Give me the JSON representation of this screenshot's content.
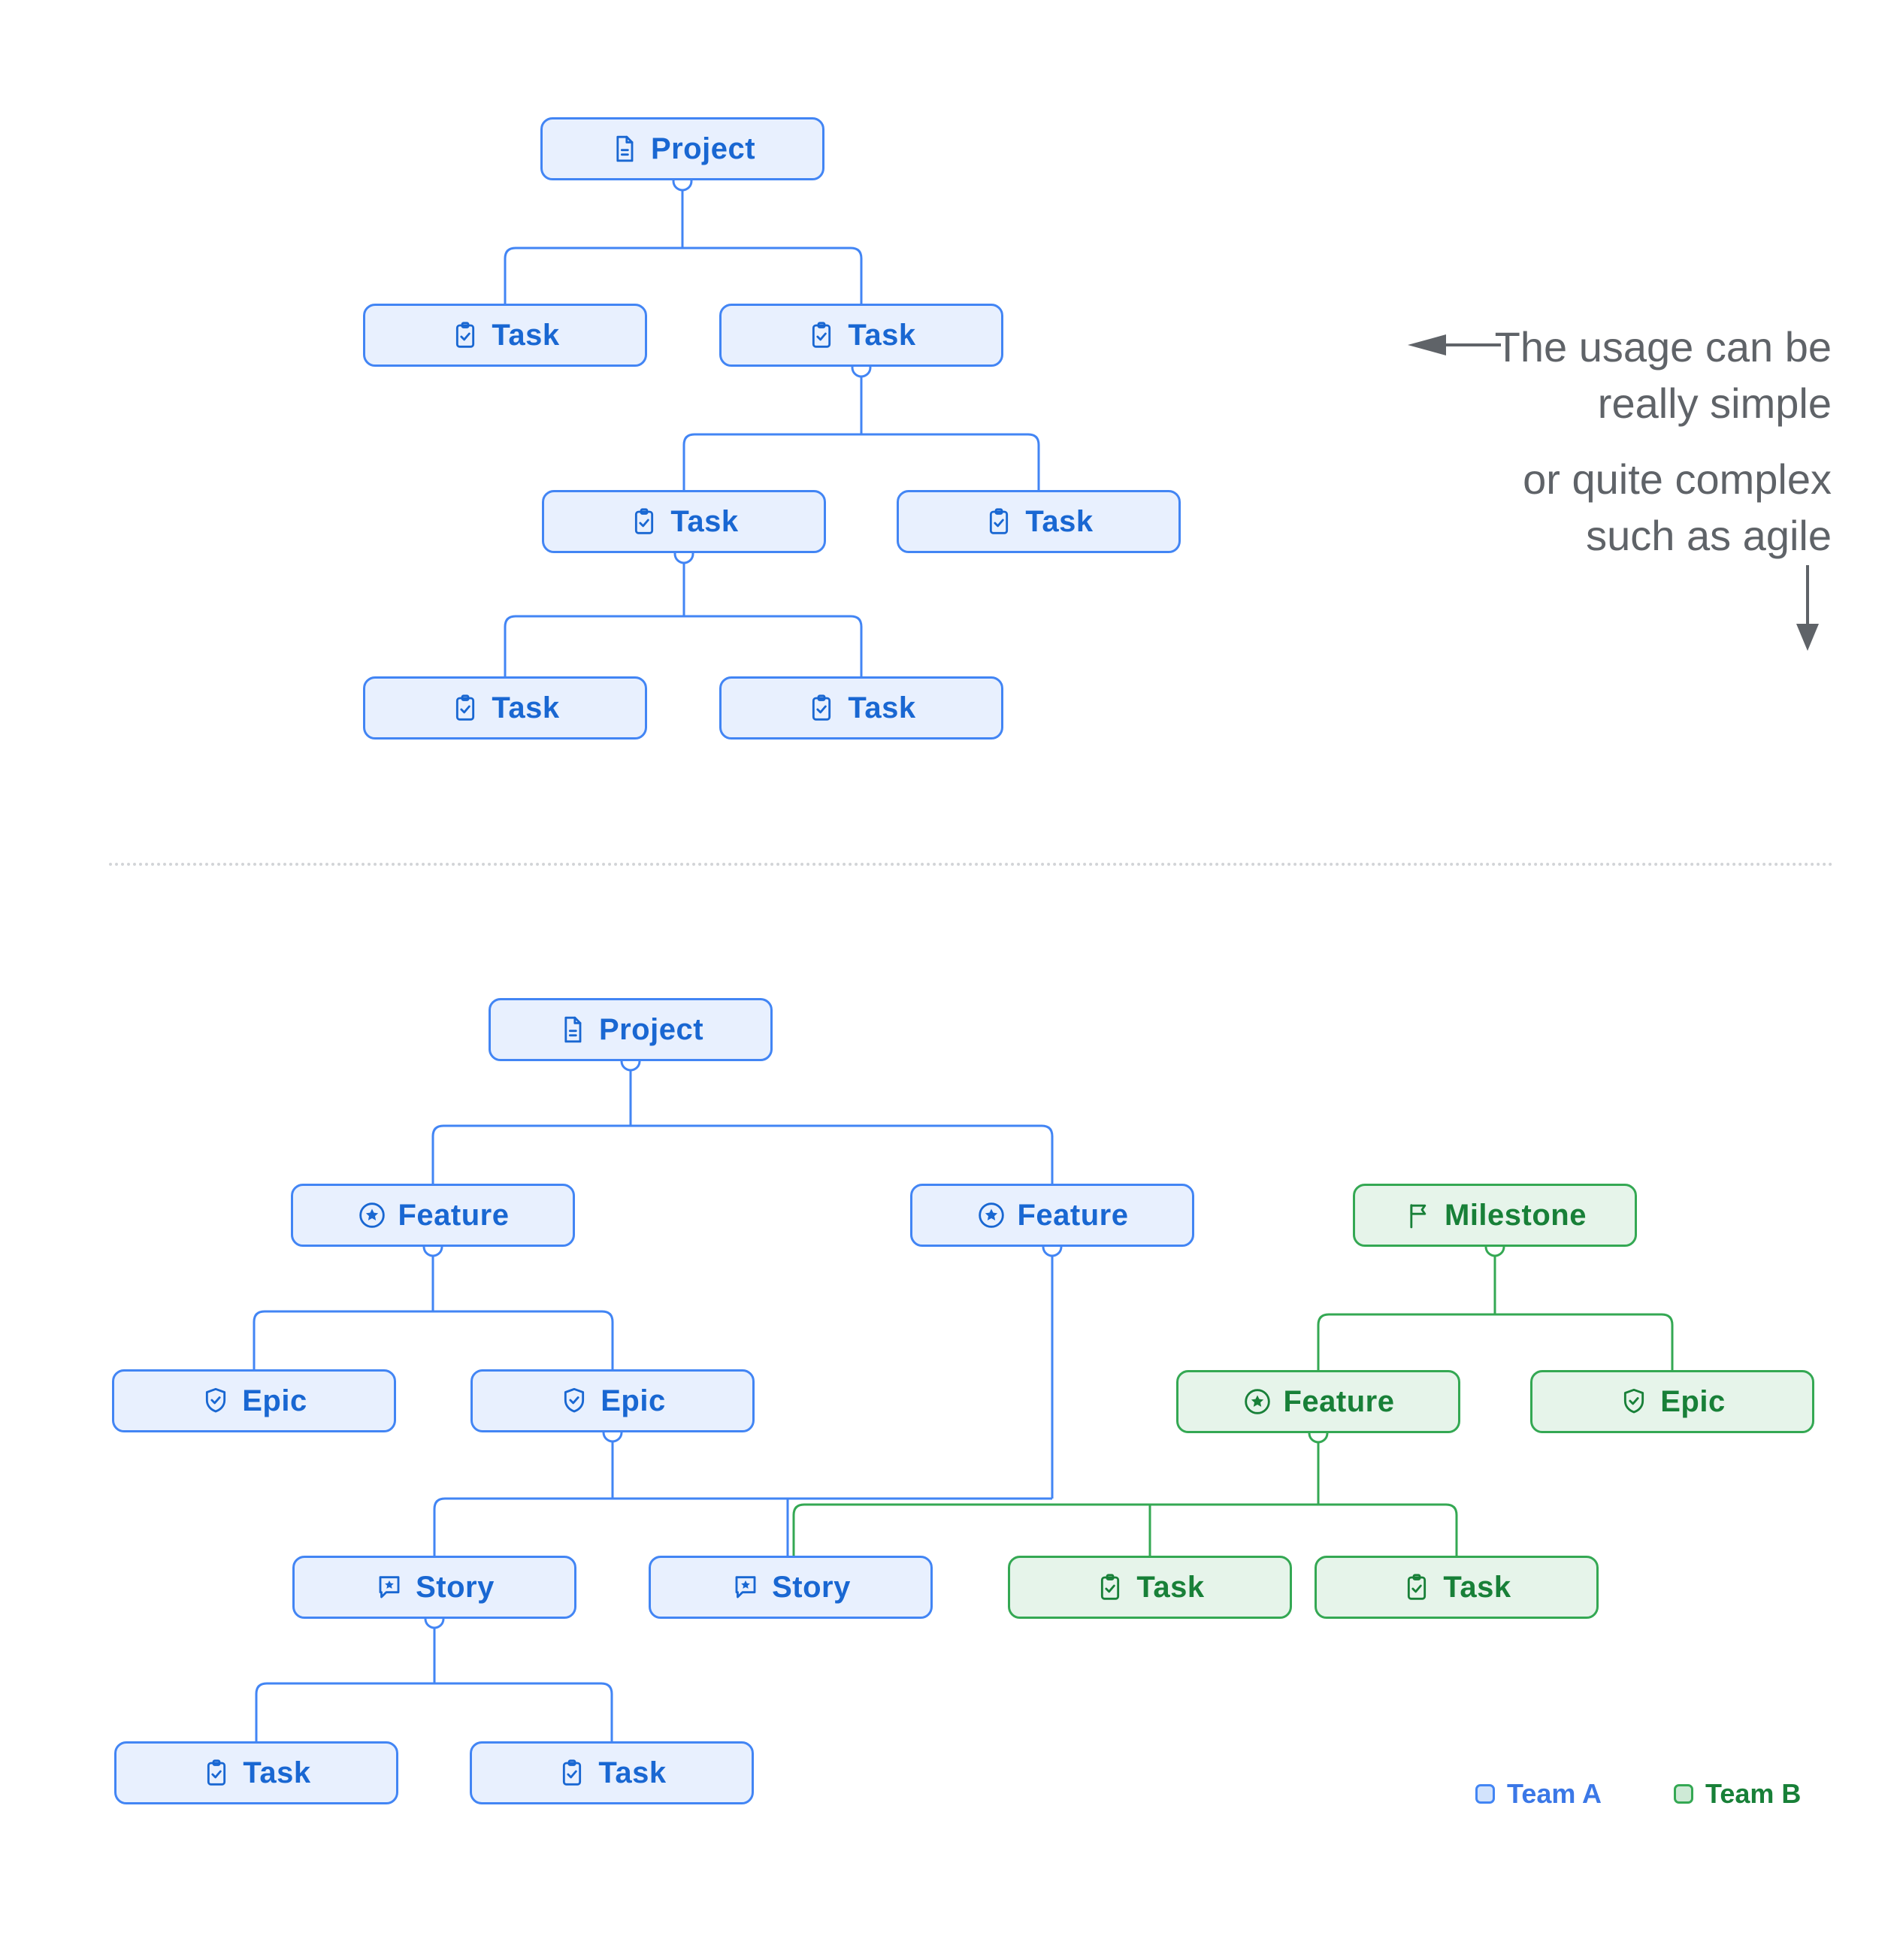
{
  "annotation": {
    "block1": [
      "The usage can be",
      "really simple"
    ],
    "block2": [
      "or quite complex",
      "such as agile"
    ]
  },
  "legend": {
    "team_a_label": "Team A",
    "team_b_label": "Team B"
  },
  "colors": {
    "team_a_fill": "#e8f0fe",
    "team_a_border": "#4285f4",
    "team_a_text": "#1967d2",
    "team_b_fill": "#e6f4ea",
    "team_b_border": "#34a853",
    "team_b_text": "#188038",
    "annotation_text": "#5f6368"
  },
  "simple_tree": {
    "nodes": [
      {
        "id": "project",
        "label": "Project",
        "icon": "document-icon",
        "team": "A"
      },
      {
        "id": "task-1",
        "label": "Task",
        "icon": "task-icon",
        "team": "A"
      },
      {
        "id": "task-2",
        "label": "Task",
        "icon": "task-icon",
        "team": "A"
      },
      {
        "id": "task-3",
        "label": "Task",
        "icon": "task-icon",
        "team": "A"
      },
      {
        "id": "task-4",
        "label": "Task",
        "icon": "task-icon",
        "team": "A"
      },
      {
        "id": "task-5",
        "label": "Task",
        "icon": "task-icon",
        "team": "A"
      },
      {
        "id": "task-6",
        "label": "Task",
        "icon": "task-icon",
        "team": "A"
      }
    ],
    "edges": [
      [
        "project",
        "task-1"
      ],
      [
        "project",
        "task-2"
      ],
      [
        "task-2",
        "task-3"
      ],
      [
        "task-2",
        "task-4"
      ],
      [
        "task-3",
        "task-5"
      ],
      [
        "task-3",
        "task-6"
      ]
    ]
  },
  "agile_tree": {
    "nodes": [
      {
        "id": "project",
        "label": "Project",
        "icon": "document-icon",
        "team": "A"
      },
      {
        "id": "feature-1",
        "label": "Feature",
        "icon": "feature-icon",
        "team": "A"
      },
      {
        "id": "feature-2",
        "label": "Feature",
        "icon": "feature-icon",
        "team": "A"
      },
      {
        "id": "milestone",
        "label": "Milestone",
        "icon": "milestone-icon",
        "team": "B"
      },
      {
        "id": "epic-1",
        "label": "Epic",
        "icon": "epic-icon",
        "team": "A"
      },
      {
        "id": "epic-2",
        "label": "Epic",
        "icon": "epic-icon",
        "team": "A"
      },
      {
        "id": "feature-b",
        "label": "Feature",
        "icon": "feature-icon",
        "team": "B"
      },
      {
        "id": "epic-b",
        "label": "Epic",
        "icon": "epic-icon",
        "team": "B"
      },
      {
        "id": "story-1",
        "label": "Story",
        "icon": "story-icon",
        "team": "A"
      },
      {
        "id": "story-2",
        "label": "Story",
        "icon": "story-icon",
        "team": "A"
      },
      {
        "id": "task-b1",
        "label": "Task",
        "icon": "task-icon",
        "team": "B"
      },
      {
        "id": "task-b2",
        "label": "Task",
        "icon": "task-icon",
        "team": "B"
      },
      {
        "id": "task-1",
        "label": "Task",
        "icon": "task-icon",
        "team": "A"
      },
      {
        "id": "task-2",
        "label": "Task",
        "icon": "task-icon",
        "team": "A"
      }
    ],
    "edges": [
      [
        "project",
        "feature-1"
      ],
      [
        "project",
        "feature-2"
      ],
      [
        "milestone",
        "feature-b"
      ],
      [
        "milestone",
        "epic-b"
      ],
      [
        "feature-1",
        "epic-1"
      ],
      [
        "feature-1",
        "epic-2"
      ],
      [
        "epic-2",
        "story-1"
      ],
      [
        "feature-2",
        "story-2"
      ],
      [
        "feature-b",
        "story-2"
      ],
      [
        "feature-b",
        "task-b1"
      ],
      [
        "feature-b",
        "task-b2"
      ],
      [
        "story-1",
        "task-1"
      ],
      [
        "story-1",
        "task-2"
      ]
    ]
  }
}
